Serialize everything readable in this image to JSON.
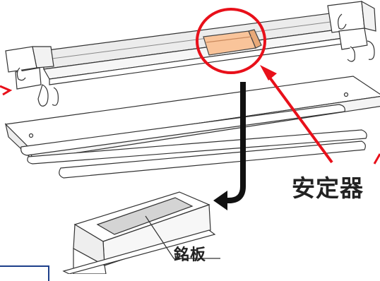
{
  "labels": {
    "ballast": "安定器",
    "nameplate": "銘板"
  },
  "colors": {
    "highlight_circle": "#e8101a",
    "ballast_fill": "#f9c49a",
    "nameplate_fill": "#d4d4d4",
    "arrow": "#111111",
    "pointer_arrow": "#e8101a",
    "line_art": "#333333",
    "corner_box_border": "#1d3f8a"
  },
  "icons": {
    "callout_arrow": "curved-down-left-arrow",
    "pointer": "red-diagonal-arrow"
  }
}
